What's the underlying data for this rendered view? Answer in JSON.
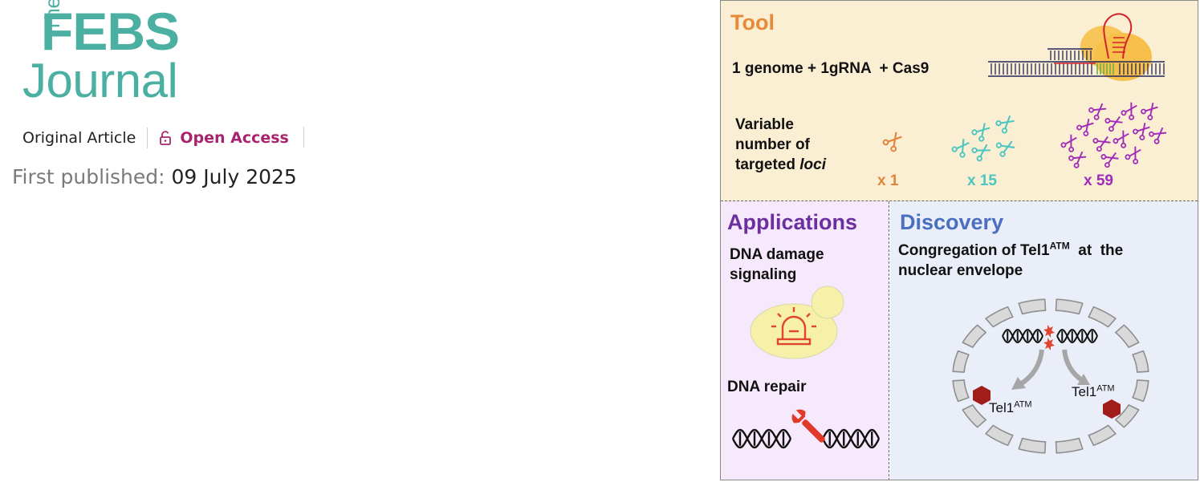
{
  "journal": {
    "logo_the": "The",
    "logo_febs": "FEBS",
    "logo_journal": "Journal"
  },
  "article": {
    "type": "Original Article",
    "access_label": "Open Access",
    "published_label": "First published:",
    "published_date": "09 July 2025"
  },
  "abstract": {
    "tool": {
      "heading": "Tool",
      "equation": "1 genome + 1gRNA  + Cas9",
      "variable_line1": "Variable",
      "variable_line2": "number of",
      "variable_line3_prefix": "targeted ",
      "variable_line3_italic": "loci",
      "counts": [
        "x 1",
        "x 15",
        "x 59"
      ]
    },
    "applications": {
      "heading": "Applications",
      "damage_line1": "DNA damage",
      "damage_line2": "signaling",
      "repair": "DNA repair"
    },
    "discovery": {
      "heading": "Discovery",
      "line1_prefix": "Congregation of Tel1",
      "line1_sup": "ATM",
      "line1_suffix": "  at  the",
      "line2": "nuclear envelope",
      "label_left": "Tel1",
      "label_right": "Tel1",
      "label_sup": "ATM"
    },
    "colors": {
      "tool_bg": "#fbefd3",
      "tool_heading": "#e6893a",
      "apps_bg": "#f6e9fb",
      "apps_heading": "#6b2fa0",
      "disc_bg": "#e9eef9",
      "disc_heading": "#4a6fc0",
      "scissors_single": "#e0853a",
      "scissors_15": "#4bc6c0",
      "scissors_59": "#a12bb8",
      "tel1_protein": "#a01d1a",
      "alarm": "#e2452b",
      "wrench": "#e03a2a",
      "journal_teal": "#4bb0a2",
      "open_access": "#a8236e"
    }
  }
}
